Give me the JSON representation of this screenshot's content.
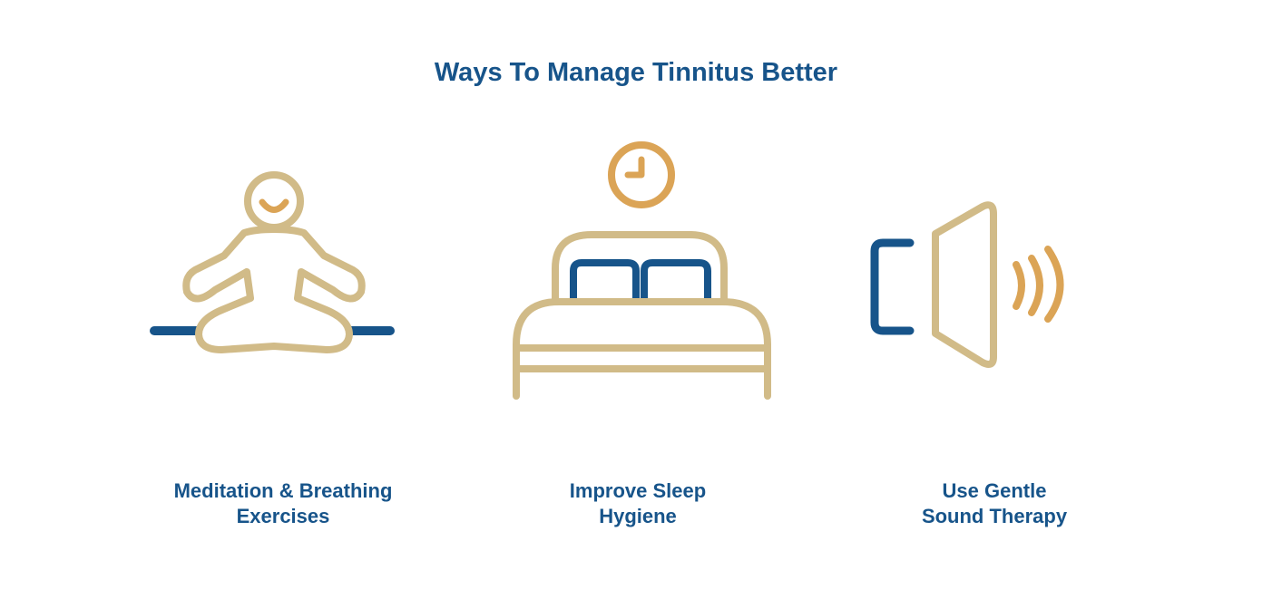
{
  "title": "Ways To Manage Tinnitus Better",
  "colors": {
    "navy": "#17548a",
    "tan": "#d1bb88",
    "orange": "#dba456"
  },
  "cards": [
    {
      "icon": "meditation-person-icon",
      "label_line1": "Meditation & Breathing",
      "label_line2": "Exercises"
    },
    {
      "icon": "bed-with-clock-icon",
      "label_line1": "Improve Sleep",
      "label_line2": "Hygiene"
    },
    {
      "icon": "speaker-sound-waves-icon",
      "label_line1": "Use Gentle",
      "label_line2": "Sound Therapy"
    }
  ]
}
